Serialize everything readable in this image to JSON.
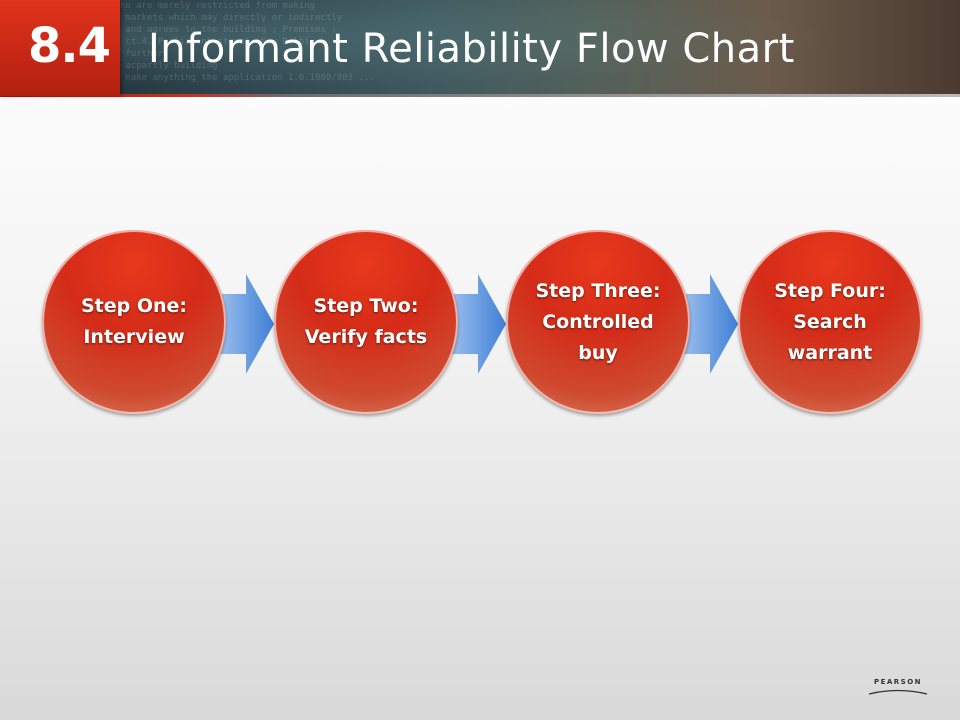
{
  "header": {
    "badge_number": "8.4",
    "title": "Informant Reliability Flow Chart"
  },
  "diagram": {
    "steps": [
      {
        "label": "Step One: Interview"
      },
      {
        "label": "Step Two: Verify facts"
      },
      {
        "label": "Step Three: Controlled buy"
      },
      {
        "label": "Step Four: Search warrant"
      }
    ]
  },
  "footer": {
    "logo_text": "PEARSON"
  },
  "colors": {
    "badge_red": "#d42c18",
    "node_red": "#d42c18",
    "arrow_blue": "#5b8fd9",
    "title_text": "#ffffff"
  }
}
